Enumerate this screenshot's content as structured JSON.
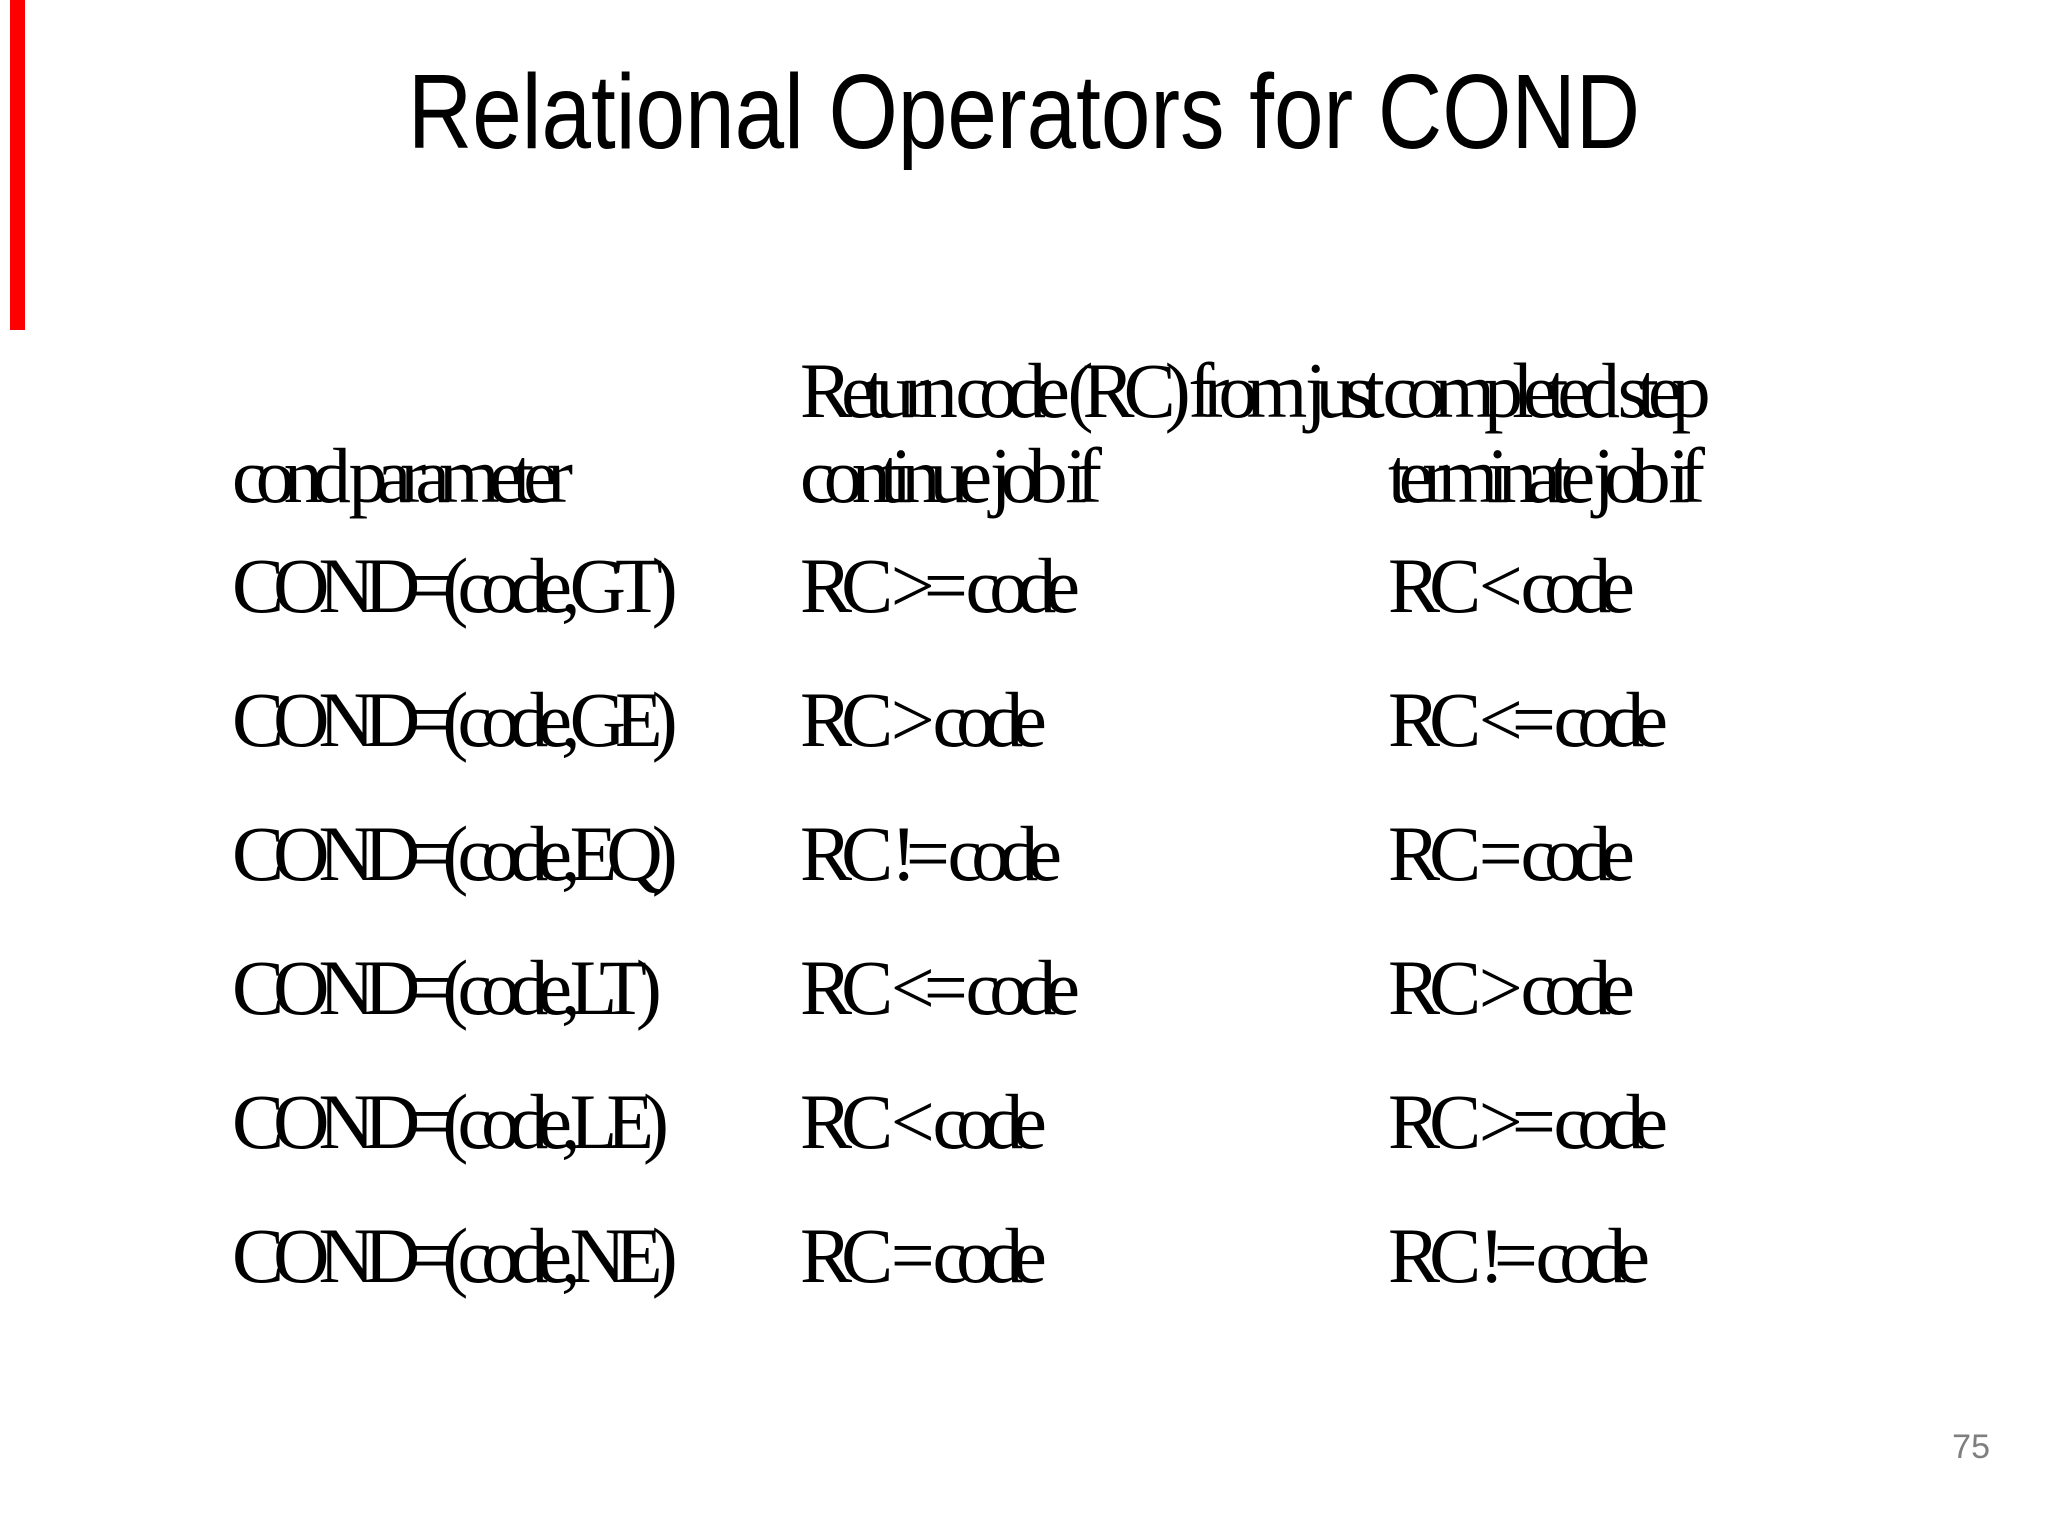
{
  "slide": {
    "title": "Relational Operators for COND",
    "page_number": "75",
    "background_color": "#ffffff",
    "text_color": "#000000",
    "page_number_color": "#7f7f7f",
    "red_strip_color": "#ff0000"
  },
  "table": {
    "span_header": "Return code (RC) from just completed step",
    "columns": [
      "cond parameter",
      "continue job if",
      "terminate job if"
    ],
    "rows": [
      {
        "cond": "COND=(code,GT)",
        "continue_if": "RC >= code",
        "terminate_if": "RC < code"
      },
      {
        "cond": "COND=(code,GE)",
        "continue_if": "RC > code",
        "terminate_if": "RC <= code"
      },
      {
        "cond": "COND=(code,EQ)",
        "continue_if": "RC != code",
        "terminate_if": "RC = code"
      },
      {
        "cond": "COND=(code,LT)",
        "continue_if": "RC <= code",
        "terminate_if": "RC > code"
      },
      {
        "cond": "COND=(code,LE)",
        "continue_if": "RC < code",
        "terminate_if": "RC >= code"
      },
      {
        "cond": "COND=(code,NE)",
        "continue_if": "RC = code",
        "terminate_if": "RC != code"
      }
    ]
  }
}
